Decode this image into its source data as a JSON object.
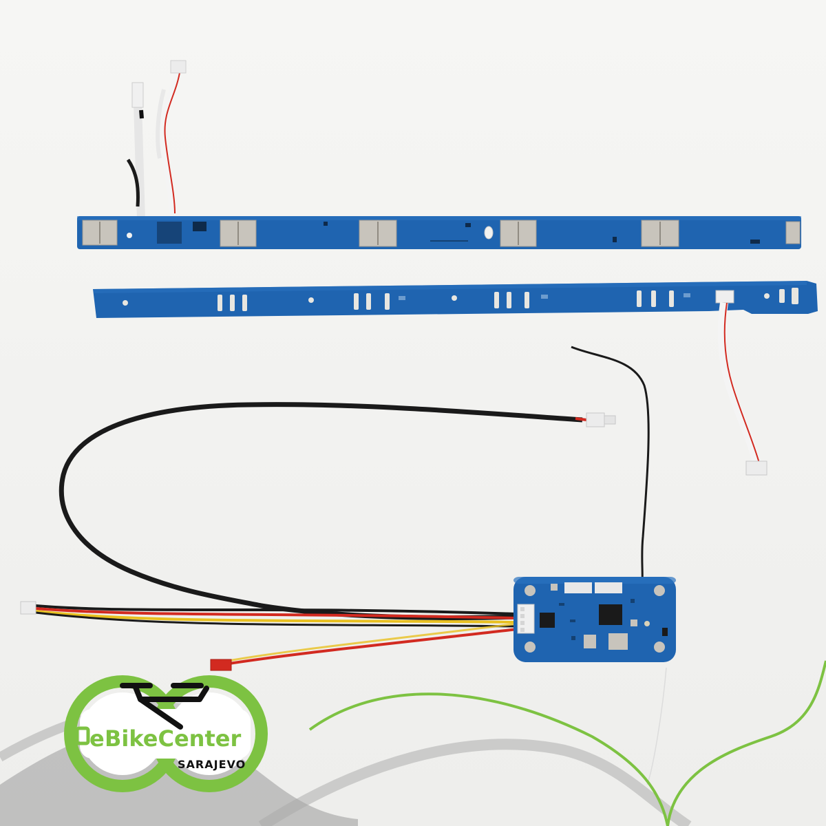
{
  "image": {
    "subject": "bms-battery-board-kit",
    "background_color": "#f2f2f0"
  },
  "watermark": {
    "brand_name": "eBikeCenter",
    "brand_prefix": "e",
    "brand_suffix": "BikeCenter",
    "city": "SARAJEVO",
    "colors": {
      "green": "#7dc242",
      "dark": "#111111",
      "grey": "#9a9a9a"
    },
    "icons": [
      "bicycle-icon",
      "plug-icon"
    ]
  },
  "colors": {
    "pcb_blue": "#1f64b0",
    "pcb_blue_dark": "#174f8f",
    "pad": "#c8c4bc",
    "wire_black": "#1a1a1a",
    "wire_red": "#d22a20",
    "wire_yellow": "#e8c020",
    "wire_white": "#f4f4f4",
    "connector_white": "#ececec"
  }
}
